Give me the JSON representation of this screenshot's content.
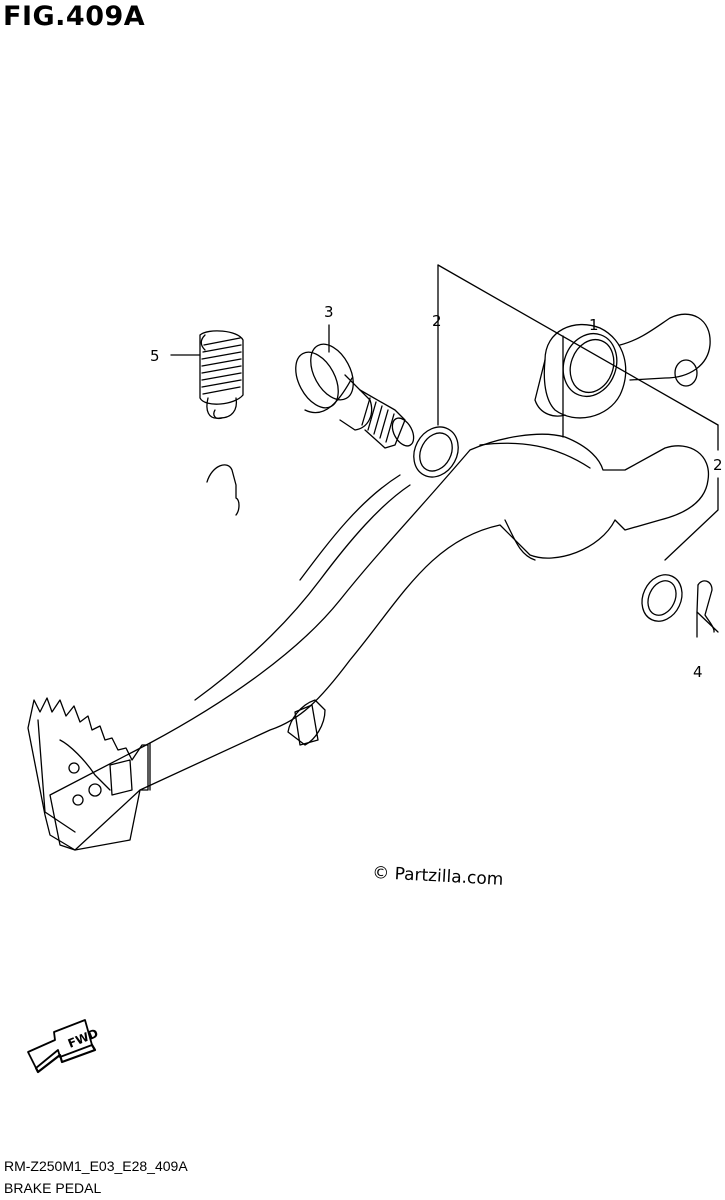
{
  "figure": {
    "title": "FIG.409A",
    "code": "RM-Z250M1_E03_E28_409A",
    "caption": "BRAKE PEDAL"
  },
  "callouts": [
    {
      "id": "brake-pedal",
      "number": "1"
    },
    {
      "id": "o-ring-upper",
      "number": "2"
    },
    {
      "id": "o-ring-right",
      "number": "2"
    },
    {
      "id": "pivot-bolt",
      "number": "3"
    },
    {
      "id": "cotter-pin",
      "number": "4"
    },
    {
      "id": "return-spring",
      "number": "5"
    }
  ],
  "watermark": "© Partzilla.com",
  "fwd_icon": {
    "label": "FWD",
    "icon": "fwd-arrow-icon"
  }
}
